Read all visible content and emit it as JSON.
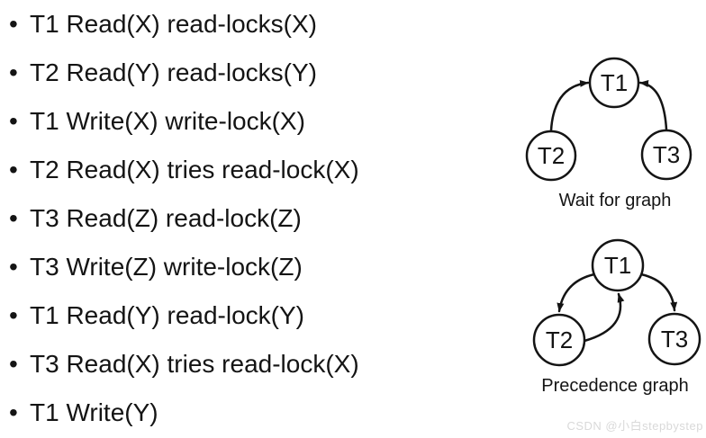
{
  "list": {
    "bullet": "•",
    "items": [
      "T1 Read(X) read-locks(X)",
      "T2 Read(Y) read-locks(Y)",
      "T1 Write(X) write-lock(X)",
      "T2 Read(X) tries read-lock(X)",
      "T3 Read(Z) read-lock(Z)",
      "T3 Write(Z) write-lock(Z)",
      "T1 Read(Y) read-lock(Y)",
      "T3 Read(X) tries read-lock(X)",
      "T1 Write(Y)"
    ]
  },
  "diagrams": {
    "wait_for": {
      "caption": "Wait for graph",
      "nodes": [
        "T1",
        "T2",
        "T3"
      ],
      "edges": [
        {
          "from": "T2",
          "to": "T1"
        },
        {
          "from": "T3",
          "to": "T1"
        }
      ]
    },
    "precedence": {
      "caption": "Precedence graph",
      "nodes": [
        "T1",
        "T2",
        "T3"
      ],
      "edges": [
        {
          "from": "T1",
          "to": "T2"
        },
        {
          "from": "T2",
          "to": "T1"
        },
        {
          "from": "T1",
          "to": "T3"
        }
      ]
    }
  },
  "watermark": "CSDN @小白stepbystep",
  "colors": {
    "text": "#141414",
    "line": "#141414",
    "watermark": "#d9d9d9",
    "background": "#ffffff"
  }
}
